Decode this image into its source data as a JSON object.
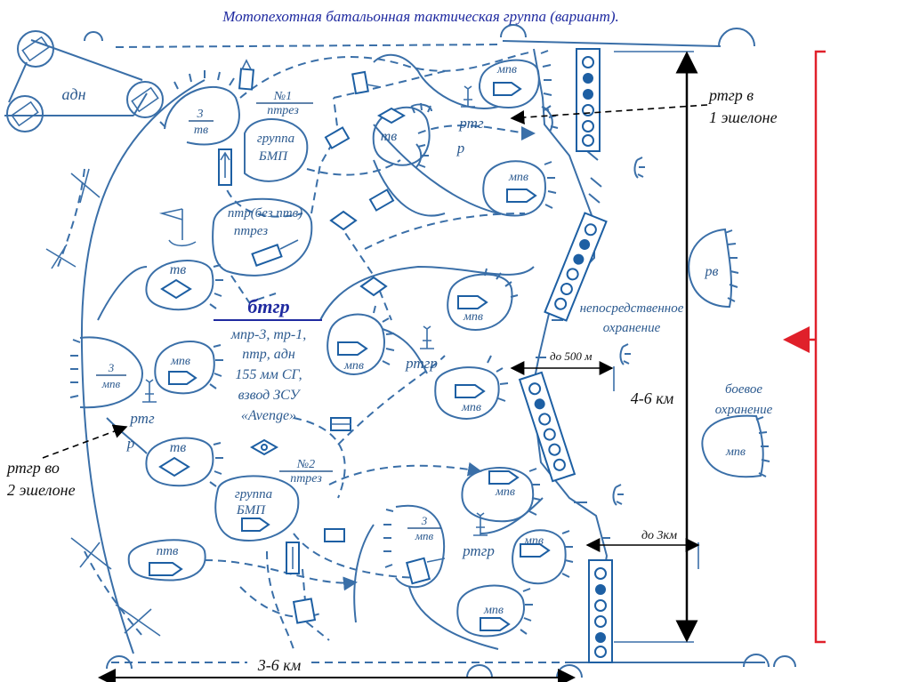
{
  "title": "Мотопехотная батальонная тактическая группа (вариант).",
  "labels": {
    "adn": "адн",
    "tv": "тв",
    "mpv": "мпв",
    "ptv": "птв",
    "rtg": "ртг",
    "rtg_r": "р",
    "rtgr": "ртгр",
    "rv": "рв",
    "frac_3": "3",
    "ptrez_1": "№1",
    "ptrez_2": "№2",
    "ptrez": "птрез",
    "gruppa": "группа",
    "bmp": "БМП",
    "ptr_bez": "птр(без птв)",
    "ptrez2": "птрез"
  },
  "center_block": {
    "title": "бтгр",
    "lines": [
      "мпр-3, тр-1,",
      "птр, адн",
      "155 мм СГ,",
      "взвод ЗСУ",
      "«Avenge»"
    ]
  },
  "annotations": {
    "rtgr_1": [
      "ртгр в",
      "1 эшелоне"
    ],
    "rtgr_2": [
      "ртгр во",
      "2 эшелоне"
    ],
    "nepos": [
      "непосредственное",
      "охранение"
    ],
    "boevoe": [
      "боевое",
      "охранение"
    ],
    "do500": "до 500 м",
    "km46": "4-6 км",
    "do3": "до 3км",
    "km36": "3-6 км"
  },
  "colors": {
    "unit_line": "#3a6fa8",
    "title": "#1f2aa0",
    "red": "#e0202a"
  }
}
